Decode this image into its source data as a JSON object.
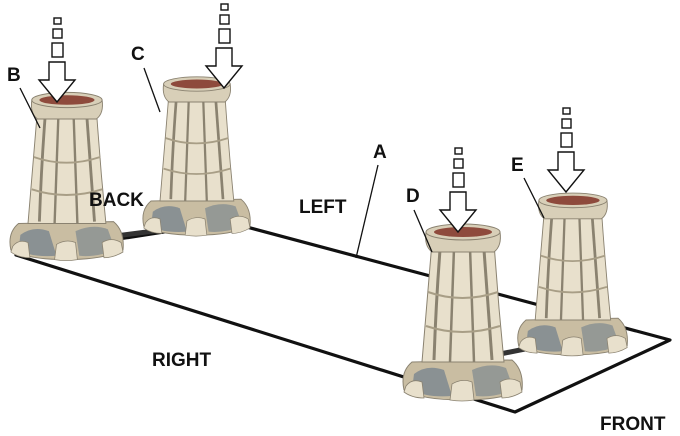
{
  "labels": {
    "a": "A",
    "b": "B",
    "c": "C",
    "d": "D",
    "e": "E",
    "back": "BACK",
    "left": "LEFT",
    "right": "RIGHT",
    "front": "FRONT"
  },
  "colors": {
    "line": "#111111",
    "bone_light": "#e8e0cc",
    "bone_mid": "#c9bda2",
    "bone_dark": "#8a8270",
    "hoof_grey": "#7f8a90",
    "socket_red": "#8e4a3c",
    "background": "#ffffff"
  },
  "icons": [
    "down-arrow-icon",
    "bone-leg-prop"
  ]
}
